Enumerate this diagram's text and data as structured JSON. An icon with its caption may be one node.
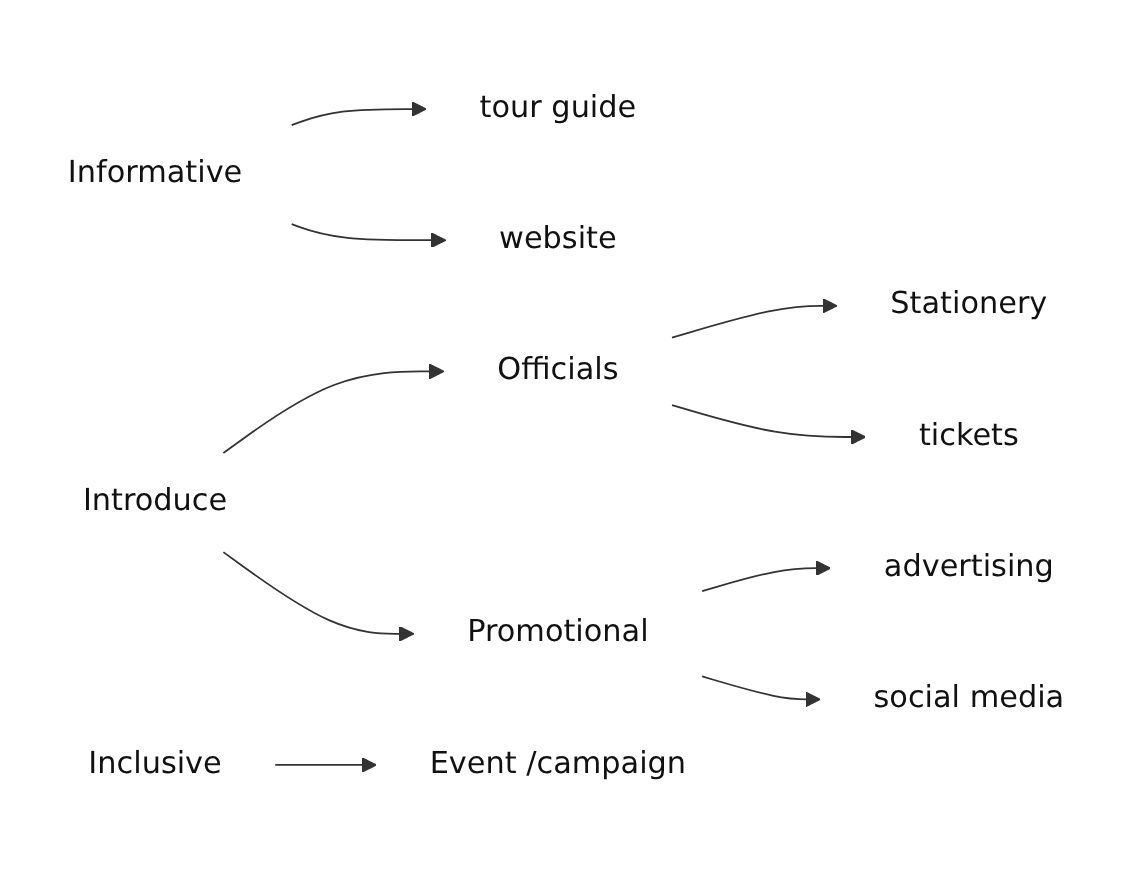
{
  "diagram": {
    "nodes": [
      {
        "text": [
          "Informative"
        ]
      },
      {
        "text": [
          "tour guide"
        ]
      },
      {
        "text": [
          "website"
        ]
      },
      {
        "text": [
          "Introduce"
        ]
      },
      {
        "text": [
          "Officials"
        ]
      },
      {
        "text": [
          "Stationery"
        ]
      },
      {
        "text": [
          "tickets"
        ]
      },
      {
        "text": [
          "Promotional"
        ]
      },
      {
        "text": [
          "advertising"
        ]
      },
      {
        "text": [
          "social media"
        ]
      },
      {
        "text": [
          "Inclusive"
        ]
      },
      {
        "text": [
          "Event /campaign"
        ]
      }
    ],
    "edges": [
      {
        "from": 0,
        "to": 1,
        "arrow": "to"
      },
      {
        "from": 0,
        "to": 2,
        "arrow": "to"
      },
      {
        "from": 3,
        "to": 4,
        "arrow": "to"
      },
      {
        "from": 3,
        "to": 7,
        "arrow": "to"
      },
      {
        "from": 4,
        "to": 5,
        "arrow": "to"
      },
      {
        "from": 4,
        "to": 6,
        "arrow": "to"
      },
      {
        "from": 7,
        "to": 8,
        "arrow": "to"
      },
      {
        "from": 7,
        "to": 9,
        "arrow": "to"
      },
      {
        "from": 10,
        "to": 11,
        "arrow": "to"
      }
    ]
  }
}
